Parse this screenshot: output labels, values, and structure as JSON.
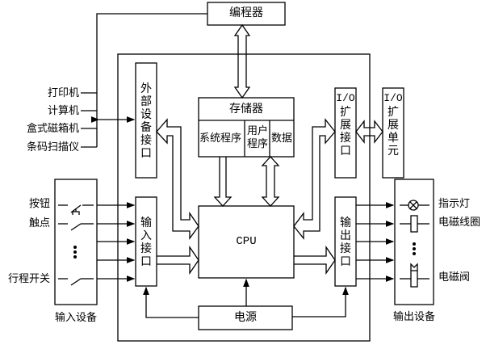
{
  "encoder": "编程器",
  "storage": {
    "title": "存储器",
    "system_program": "系统程序",
    "user_program": "用户程序",
    "data": "数据"
  },
  "cpu": "CPU",
  "power": "电源",
  "external_interface": "外部设备接口",
  "io_expansion_interface": {
    "top": "I/O",
    "rest": "扩展接口"
  },
  "io_expansion_unit": {
    "top": "I/O",
    "rest": "扩展单元"
  },
  "input_interface": "输入接口",
  "output_interface": "输出接口",
  "peripherals": [
    "打印机",
    "计算机",
    "盒式磁箱机",
    "条码扫描仪"
  ],
  "input_devices": {
    "title": "输入设备",
    "items": [
      "按钮",
      "触点",
      "行程开关"
    ]
  },
  "output_devices": {
    "title": "输出设备",
    "items": [
      "指示灯",
      "电磁线圈",
      "电磁阀"
    ]
  }
}
